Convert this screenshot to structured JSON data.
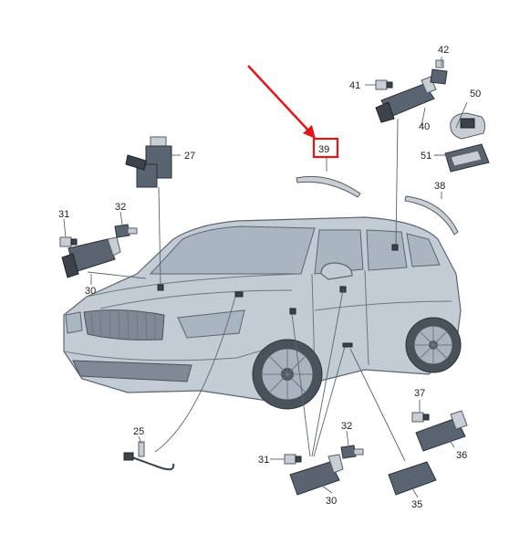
{
  "diagram": {
    "callouts": [
      {
        "id": "c25",
        "label": "25"
      },
      {
        "id": "c27",
        "label": "27"
      },
      {
        "id": "c30a",
        "label": "30"
      },
      {
        "id": "c30b",
        "label": "30"
      },
      {
        "id": "c31a",
        "label": "31"
      },
      {
        "id": "c31b",
        "label": "31"
      },
      {
        "id": "c32a",
        "label": "32"
      },
      {
        "id": "c32b",
        "label": "32"
      },
      {
        "id": "c35",
        "label": "35"
      },
      {
        "id": "c36",
        "label": "36"
      },
      {
        "id": "c37",
        "label": "37"
      },
      {
        "id": "c38",
        "label": "38"
      },
      {
        "id": "c39",
        "label": "39"
      },
      {
        "id": "c40",
        "label": "40"
      },
      {
        "id": "c41",
        "label": "41"
      },
      {
        "id": "c42",
        "label": "42"
      },
      {
        "id": "c50",
        "label": "50"
      },
      {
        "id": "c51",
        "label": "51"
      }
    ],
    "highlighted_callout": "39",
    "colors": {
      "highlight": "#e3151a",
      "car_body": "#c3ccd5",
      "part": "#5a6470"
    }
  }
}
